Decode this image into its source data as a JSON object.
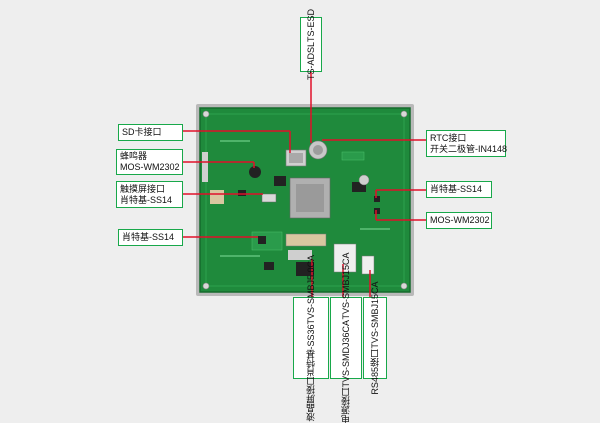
{
  "labels": {
    "sd_card": "SD卡接口",
    "buzzer_1": "蜂鸣器",
    "buzzer_2": "MOS-WM2302",
    "touch_1": "触摸屏接口",
    "touch_2": "肖特基-SS14",
    "schottky_left": "肖特基-SS14",
    "rtc_1": "RTC接口",
    "rtc_2": "开关二极管-IN4148",
    "schottky_right": "肖特基-SS14",
    "mos_right": "MOS-WM2302",
    "tvs_top_1": "TS-ADSL",
    "tvs_top_2": "TS-ESD",
    "lcd_1": "液晶屏接口",
    "lcd_2": "肖特基-SS36",
    "lcd_3": "TVS-SMBJ5.0CA",
    "power_1": "电源接口",
    "power_2": "TVS-SMDJ36CA",
    "power_3": "TVS-SMBJ15CA",
    "rs485_1": "RS485接口",
    "rs485_2": "TVS-SMBJ15CA"
  },
  "colors": {
    "background": "#eeeeee",
    "board": "#1f8a3c",
    "board_edge": "#156b2c",
    "label_border": "#18a84a",
    "leader_line": "#e0102a"
  }
}
